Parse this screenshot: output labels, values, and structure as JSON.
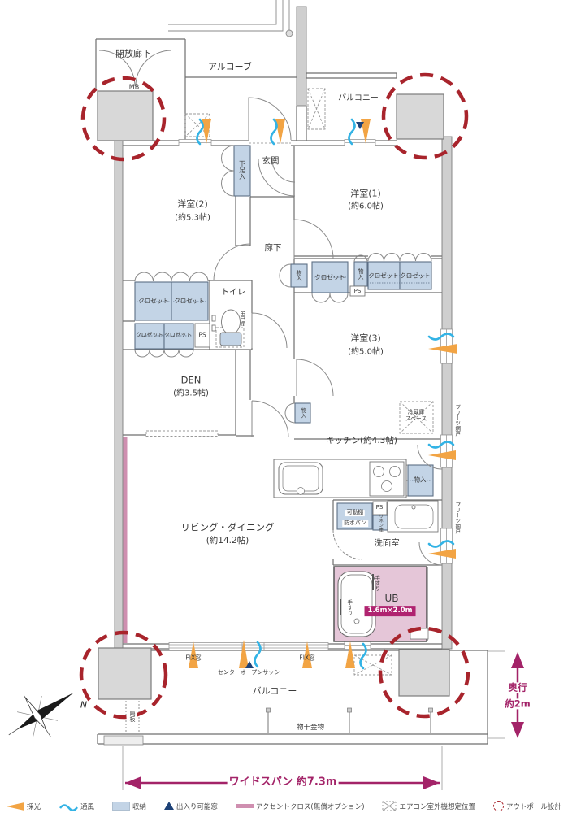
{
  "colors": {
    "measure_magenta": "#a32368",
    "outpole_red": "#a8242c",
    "storage_blue": "#c3d4e6",
    "accent_cloth_pink": "#cf8fb0",
    "ub_pink": "#e5c6d8",
    "daylight_orange": "#f2a444",
    "ventilation_blue": "#33b3e5",
    "passable_window_navy": "#1d4177",
    "wall_gray": "#6f6f6f"
  },
  "rooms": {
    "open_corridor": "開放廊下",
    "alcove": "アルコーブ",
    "balcony_top": "バルコニー",
    "entrance": "玄関",
    "western1": "洋室(1)",
    "western1_size": "(約6.0帖)",
    "western2": "洋室(2)",
    "western2_size": "(約5.3帖)",
    "western3": "洋室(3)",
    "western3_size": "(約5.0帖)",
    "hallway": "廊下",
    "toilet": "トイレ",
    "den": "DEN",
    "den_size": "(約3.5帖)",
    "kitchen": "キッチン(約4.3帖)",
    "living": "リビング・ダイニング",
    "living_size": "(約14.2帖)",
    "washroom": "洗面室",
    "bath": "UB",
    "bath_size": "1.6m×2.0m",
    "balcony_bottom": "バルコニー"
  },
  "labels": {
    "mb": "MB",
    "shoe_box": "下足入",
    "closet": "クロゼット",
    "storage": "物入",
    "ps": "PS",
    "hanging_cupboard": "吊戸棚",
    "fridge_space_1": "冷蔵庫",
    "fridge_space_2": "スペース",
    "pleated_screen": "プリーツ網戸",
    "movable_shelf": "可動棚",
    "waterproof_pan": "防水パン",
    "linen_cabinet": "リネン庫",
    "handrail": "手すり",
    "partition": "隔板",
    "drying_hardware": "物干金物",
    "fix_window": "FIX窓",
    "center_sash": "センターオープンサッシ",
    "north": "N"
  },
  "measurements": {
    "wide_span": "ワイドスパン 約7.3m",
    "depth_line1": "奥行",
    "depth_line2": "約2m"
  },
  "legend": {
    "daylight": "採光",
    "ventilation": "通風",
    "storage": "収納",
    "passable_window": "出入り可能窓",
    "accent_cloth": "アクセントクロス(無償オプション)",
    "ac_outdoor_unit": "エアコン室外機想定位置",
    "outpole": "アウトポール設計"
  }
}
